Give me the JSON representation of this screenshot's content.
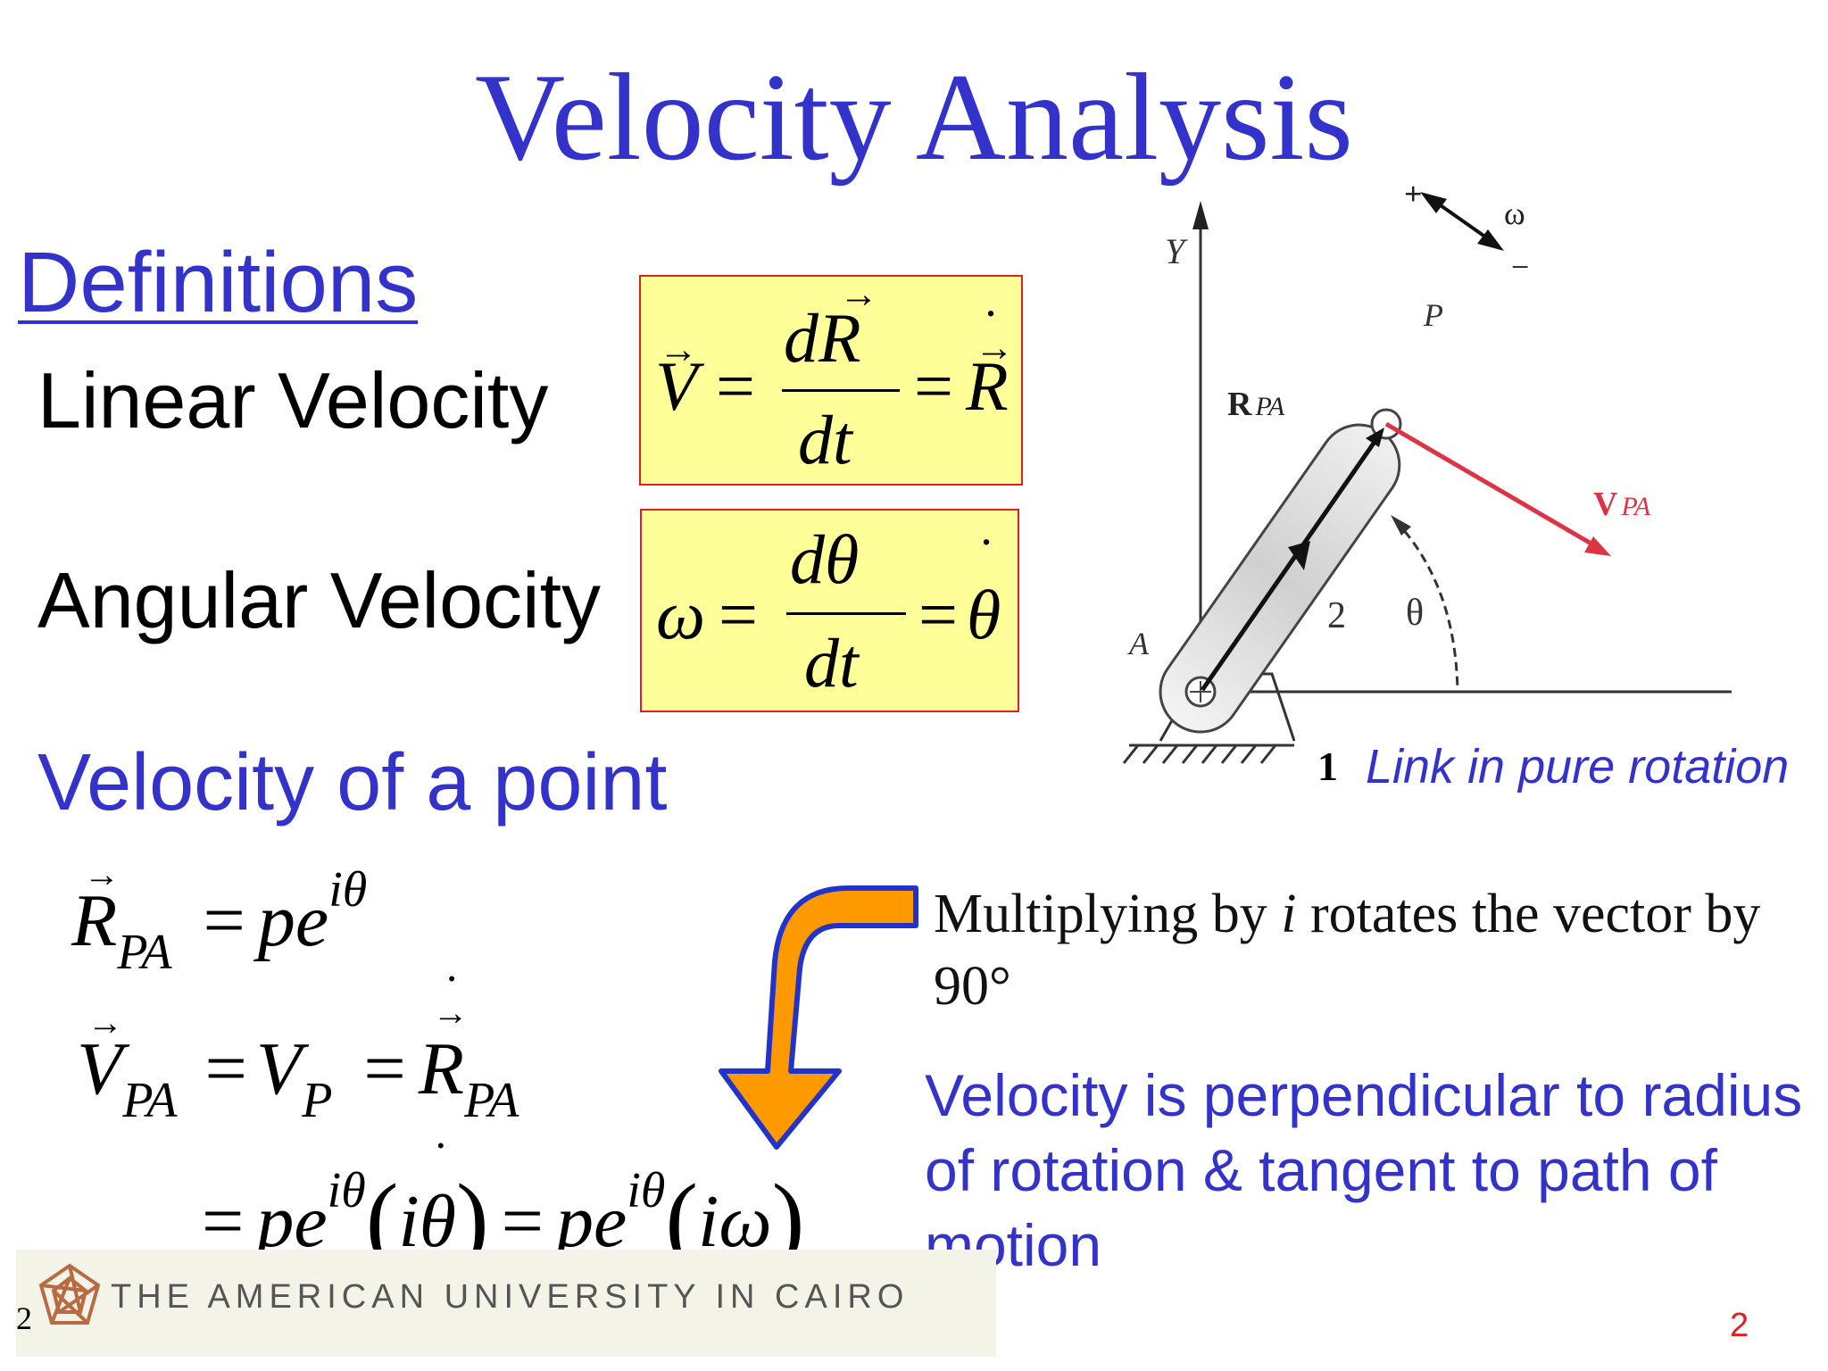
{
  "title": "Velocity Analysis",
  "definitions_heading": "Definitions",
  "linear_label": "Linear Velocity",
  "angular_label": "Angular Velocity",
  "point_heading": "Velocity of a point",
  "formula_linear": {
    "lhs": "V",
    "num": "dR",
    "den": "dt",
    "rhs": "R"
  },
  "formula_angular": {
    "lhs": "ω",
    "num": "dθ",
    "den": "dt",
    "rhs": "θ"
  },
  "eq1": {
    "lhs": "R",
    "sub": "PA",
    "rhs": "pe",
    "sup": "iθ"
  },
  "eq2": {
    "a": "V",
    "a_sub": "PA",
    "b": "V",
    "b_sub": "P",
    "c": "R",
    "c_sub": "PA"
  },
  "eq3": {
    "t1": "pe",
    "t1_sup": "iθ",
    "p1": "iθ",
    "t2": "pe",
    "t2_sup": "iθ",
    "p2": "iω"
  },
  "mult_text": {
    "pre": "Multiplying by ",
    "ital": "i",
    "post": " rotates the vector by 90°"
  },
  "perp_text": "Velocity is perpendicular to radius of rotation & tangent to path of motion",
  "figure": {
    "y_label": "Y",
    "plus": "+",
    "minus": "−",
    "omega": "ω",
    "p_label": "P",
    "a_label": "A",
    "r_label": "R",
    "r_sub": "PA",
    "v_label": "V",
    "v_sub": "PA",
    "theta": "θ",
    "link_num": "2",
    "ground_num": "1",
    "arrow_color": "#dd3344"
  },
  "caption": "Link in pure rotation",
  "footer": {
    "text": "THE AMERICAN UNIVERSITY IN CAIRO",
    "slide_num": "2"
  },
  "page_number": "2",
  "colors": {
    "blue": "#3333cc",
    "box_fill": "#ffff99",
    "box_border": "#e02020",
    "orange": "#ff9900"
  }
}
